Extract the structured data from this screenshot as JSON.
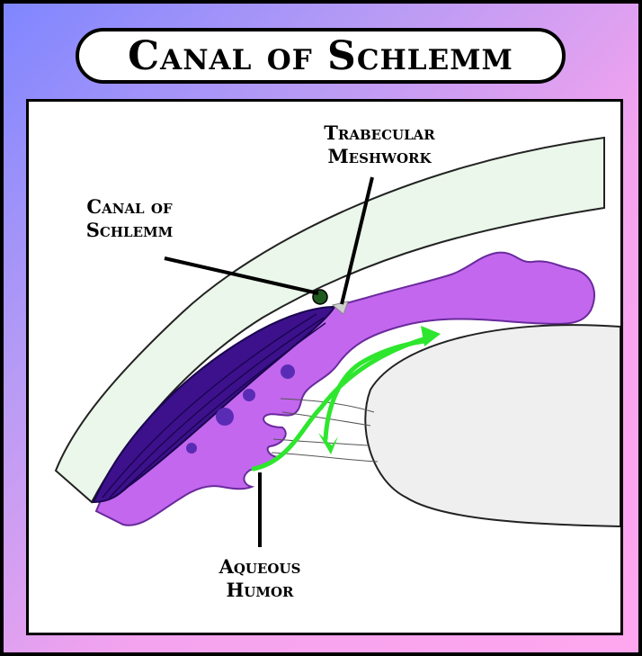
{
  "title": "Canal of Schlemm",
  "labels": {
    "trabecular_meshwork": [
      "Trabecular",
      "Meshwork"
    ],
    "canal_of_schlemm": [
      "Canal of",
      "Schlemm"
    ],
    "aqueous_humor": [
      "Aqueous",
      "Humor"
    ]
  },
  "colors": {
    "background_gradient": [
      "#7f86ff",
      "#ffa6ee"
    ],
    "iris_ciliary": "#c267ee",
    "ciliary_muscle": "#3d118c",
    "cornea": "#eaf7ea",
    "lens": "#efefef",
    "canal": "#1f5a1f",
    "flow_arrows": "#2ee62e"
  }
}
